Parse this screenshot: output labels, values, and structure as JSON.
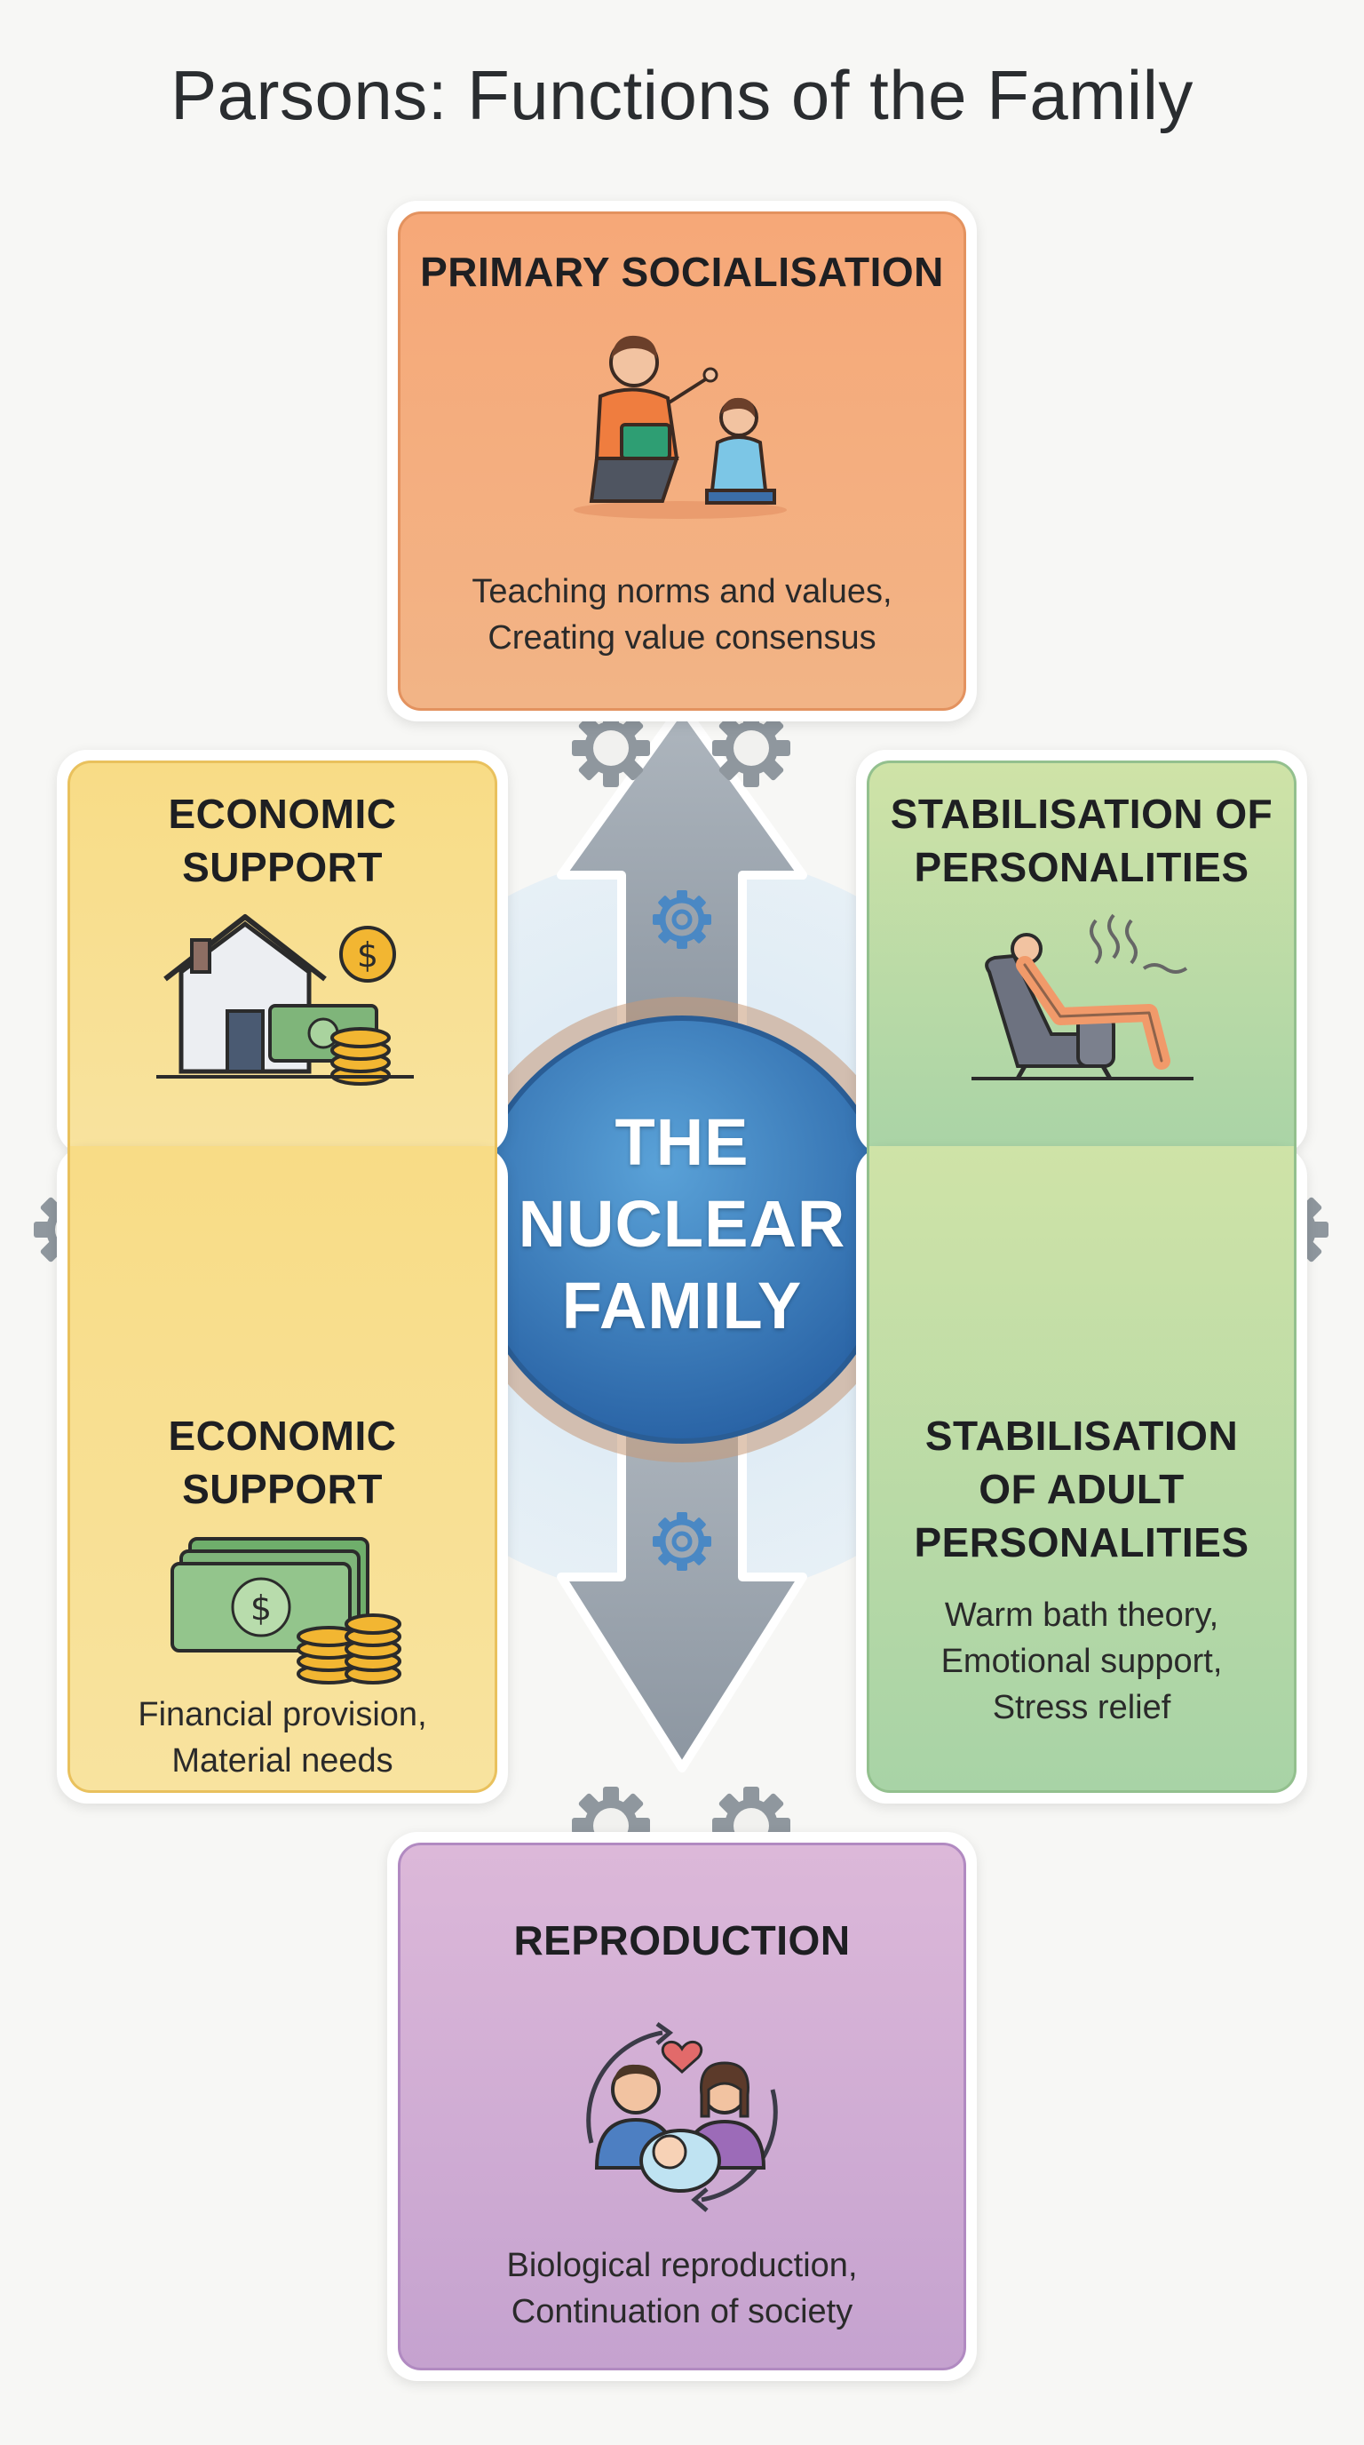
{
  "title": "Parsons: Functions of the Family",
  "centre": {
    "label": "THE\nNUCLEAR\nFAMILY"
  },
  "cards": {
    "primary_socialisation": {
      "heading": "PRIMARY SOCIALISATION",
      "description": "Teaching norms and values,\nCreating value consensus"
    },
    "economic_support_upper": {
      "heading": "ECONOMIC\nSUPPORT"
    },
    "economic_support_lower": {
      "heading": "ECONOMIC\nSUPPORT",
      "description": "Financial provision,\nMaterial needs"
    },
    "stabilisation_of_personalities": {
      "heading": "STABILISATION OF\nPERSONALITIES"
    },
    "stabilisation_of_adult_personalities": {
      "heading": "STABILISATION\nOF ADULT\nPERSONALITIES",
      "description": "Warm bath theory,\nEmotional support,\nStress relief"
    },
    "reproduction": {
      "heading": "REPRODUCTION",
      "description": "Biological reproduction,\nContinuation of society"
    }
  },
  "colors": {
    "primary_socialisation": "#f6a878",
    "economic_support": "#f8dc86",
    "stabilisation": "#b9dba7",
    "reproduction": "#cfaed4",
    "centre": "#2f6fb0",
    "arrow": "#9ea8b2",
    "gear": "#8f979e"
  },
  "icons": {
    "primary_socialisation": "mother-teaching-child-icon",
    "economic_support_upper": "house-and-money-icon",
    "economic_support_lower": "cash-and-coins-icon",
    "stabilisation_of_personalities": "person-relaxing-in-armchair-icon",
    "reproduction": "parents-and-baby-cycle-icon"
  }
}
